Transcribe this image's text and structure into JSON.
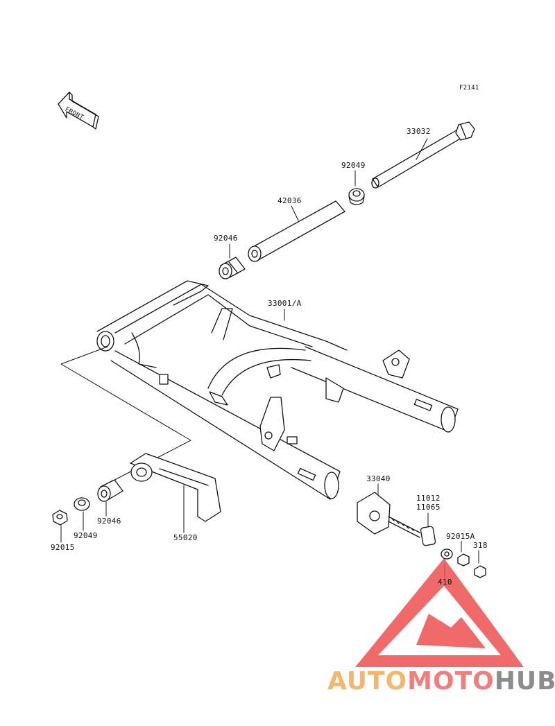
{
  "figure_code": "F2141",
  "front_indicator": "FRONT",
  "parts": {
    "p33032": "33032",
    "p92049_top": "92049",
    "p42036": "42036",
    "p92046_top": "92046",
    "p33001A": "33001/A",
    "p33040": "33040",
    "p11012": "11012",
    "p11065": "11065",
    "p92015A": "92015A",
    "p318": "318",
    "p410": "410",
    "p55020": "55020",
    "p92046_low": "92046",
    "p92049_low": "92049",
    "p92015": "92015"
  },
  "watermark": {
    "word_auto": "AUTO",
    "word_moto": "MOTO",
    "word_hub": "HUB",
    "colors": {
      "auto": "#f5b66b",
      "moto": "#f07e7e",
      "hub": "#8c8c8c",
      "triangle": "#ee4a4a"
    }
  }
}
